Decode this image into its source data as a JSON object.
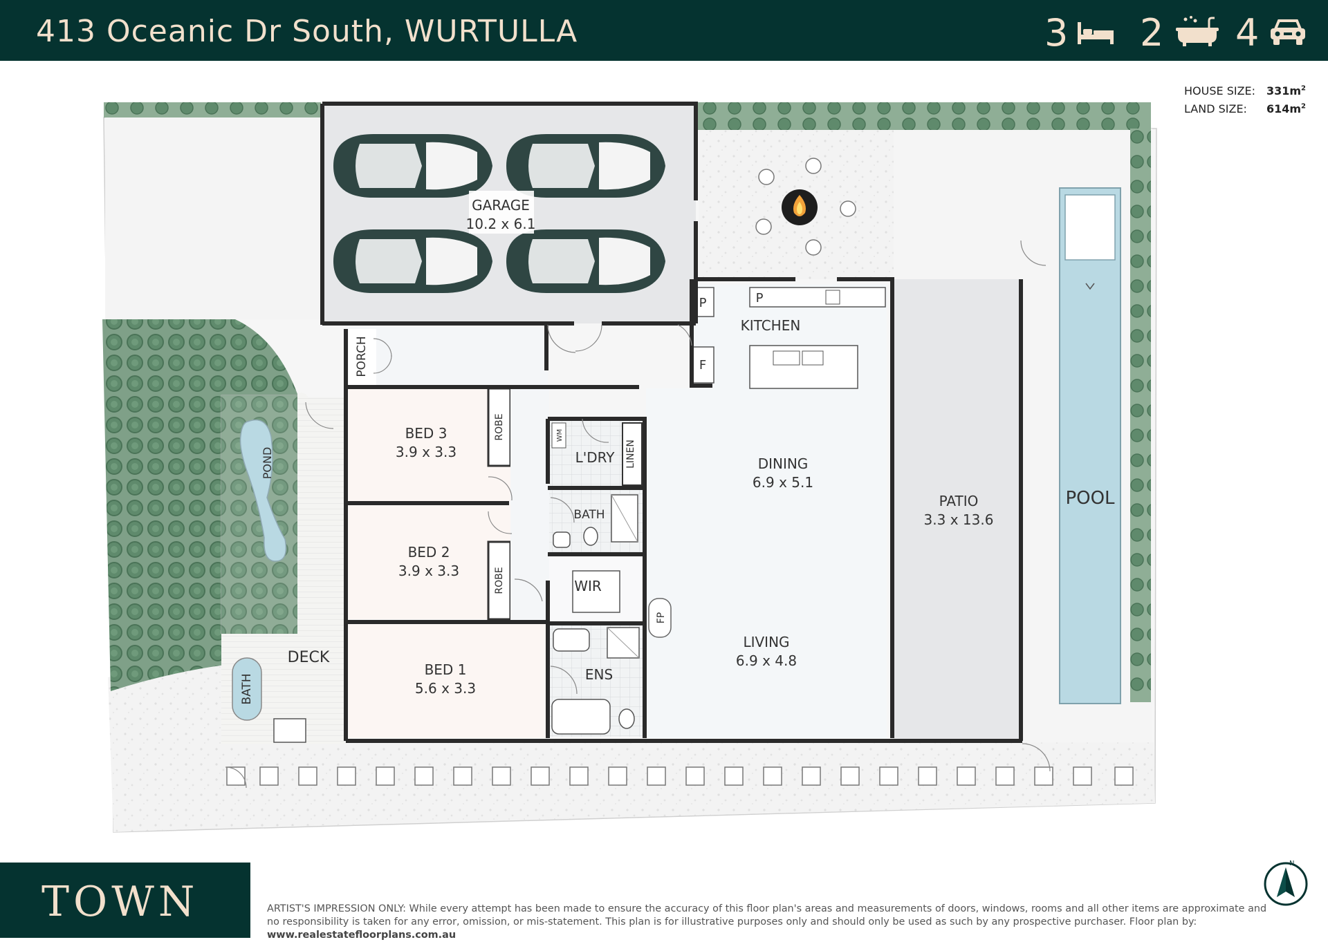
{
  "header": {
    "address": "413 Oceanic Dr South, WURTULLA",
    "bedrooms": "3",
    "bathrooms": "2",
    "car_spaces": "4"
  },
  "sizes": {
    "house_label": "HOUSE SIZE:",
    "house_value": "331m",
    "land_label": "LAND SIZE:",
    "land_value": "614m",
    "unit_sup": "2"
  },
  "rooms": {
    "garage": {
      "name": "GARAGE",
      "dims": "10.2 x 6.1"
    },
    "kitchen": {
      "name": "KITCHEN"
    },
    "pantry1": {
      "name": "P"
    },
    "pantry2": {
      "name": "P"
    },
    "fridge": {
      "name": "F"
    },
    "porch": {
      "name": "PORCH"
    },
    "bed3": {
      "name": "BED 3",
      "dims": "3.9 x 3.3"
    },
    "bed2": {
      "name": "BED 2",
      "dims": "3.9 x 3.3"
    },
    "bed1": {
      "name": "BED 1",
      "dims": "5.6 x 3.3"
    },
    "robe1": {
      "name": "ROBE"
    },
    "robe2": {
      "name": "ROBE"
    },
    "laundry": {
      "name": "L'DRY"
    },
    "wm": {
      "name": "WM"
    },
    "linen": {
      "name": "LINEN"
    },
    "bath": {
      "name": "BATH"
    },
    "wir": {
      "name": "WIR"
    },
    "ens": {
      "name": "ENS"
    },
    "fp": {
      "name": "FP"
    },
    "dining": {
      "name": "DINING",
      "dims": "6.9 x 5.1"
    },
    "living": {
      "name": "LIVING",
      "dims": "6.9 x 4.8"
    },
    "patio": {
      "name": "PATIO",
      "dims": "3.3 x 13.6"
    },
    "pool": {
      "name": "POOL"
    },
    "deck": {
      "name": "DECK"
    },
    "outdoor_bath": {
      "name": "BATH"
    },
    "pond": {
      "name": "POND"
    }
  },
  "colors": {
    "header_bg": "#053330",
    "header_text": "#f2e0cc",
    "wall": "#2a2a2a",
    "hedge": "#5f8a6c",
    "pool_water": "#b9d9e3",
    "patio": "#e6e7e9",
    "bedroom_floor": "#fcf6f3",
    "living_floor": "#f4f7f9",
    "car": "#2f4643"
  },
  "footer": {
    "logo": "TOWN",
    "disclaimer_label": "ARTIST'S IMPRESSION ONLY:",
    "disclaimer_text": "While every attempt has been made to ensure the accuracy of this floor plan's areas and measurements of doors, windows, rooms and all other items are approximate and no responsibility is taken for any error, omission, or mis-statement. This plan is for illustrative purposes only and should only be used as such by any prospective purchaser. Floor plan by:",
    "disclaimer_url": "www.realestatefloorplans.com.au",
    "compass_letter": "N"
  },
  "icons": [
    "bed-icon",
    "bath-icon",
    "car-icon",
    "fire-pit-icon",
    "compass-icon"
  ]
}
